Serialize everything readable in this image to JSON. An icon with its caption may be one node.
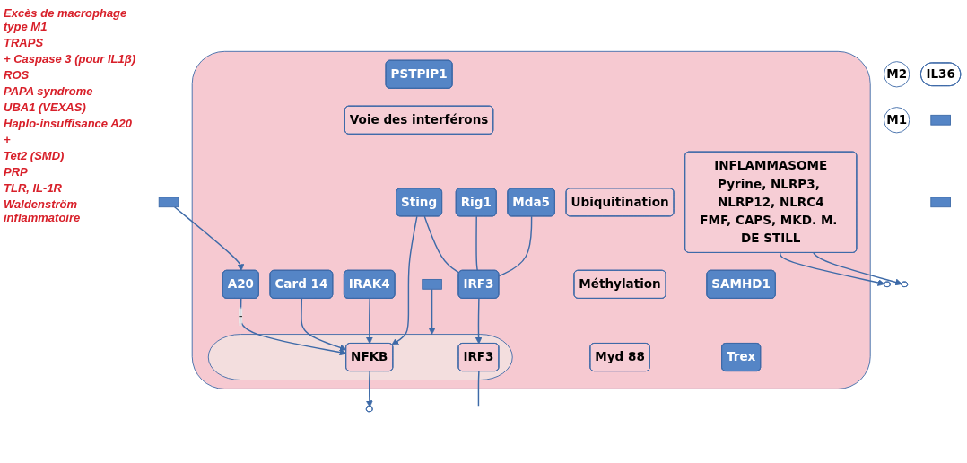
{
  "diagram": {
    "nodes": [
      {
        "text": [],
        "shape": "ellipse"
      },
      {
        "text": [],
        "shape": "ellipse"
      },
      {
        "text": [],
        "shape": "bar"
      },
      {
        "text": [
          "IL36"
        ]
      },
      {
        "text": [
          "M2"
        ]
      },
      {
        "text": [
          "M1"
        ]
      },
      {
        "text": [],
        "shape": "ellipse"
      },
      {
        "text": [
          "INFLAMMASOME",
          "Pyrine, NLRP3, NLRP12, NLRC4",
          "FMF, CAPS, MKD. M. DE STILL"
        ],
        "in": 6
      },
      {
        "text": [
          "PSTPIP1"
        ],
        "in": 6
      },
      {
        "text": [
          "Ubiquitination"
        ],
        "in": 6
      },
      {
        "text": [
          "A20"
        ],
        "in": 6
      },
      {
        "text": [
          "Méthylation"
        ],
        "in": 6
      },
      {
        "text": [
          "Card 14"
        ],
        "in": 6
      },
      {
        "text": [
          "Voie des interférons"
        ],
        "in": 6
      },
      {
        "text": [],
        "shape": "ellipse",
        "in": 6
      },
      {
        "text": [
          "NFKB"
        ],
        "in": 14
      },
      {
        "text": [
          "IRAK4"
        ],
        "in": 6
      },
      {
        "text": [
          "Myd 88"
        ],
        "in": 6
      },
      {
        "text": [],
        "shape": "bar"
      },
      {
        "text": [],
        "shape": "bar"
      },
      {
        "text": [
          "SAMHD1"
        ],
        "in": 6
      },
      {
        "text": [
          "Sting"
        ],
        "in": 6
      },
      {
        "text": [
          "Trex"
        ],
        "in": 6
      },
      {
        "text": [
          "Rig1"
        ],
        "in": 6
      },
      {
        "text": [
          "Mda5"
        ],
        "in": 6
      },
      {
        "text": [
          "IRF3"
        ],
        "in": 6
      },
      {
        "text": [
          "IRF3"
        ],
        "in": 14
      },
      {
        "text": [],
        "shape": "box",
        "in": 6
      },
      {
        "text": [],
        "shape": "ellipse"
      }
    ],
    "edges": [
      {
        "from": 7,
        "to": 0,
        "arrow": "to"
      },
      {
        "from": 7,
        "to": 1,
        "arrow": "to"
      },
      {
        "from": 2,
        "to": 10,
        "arrow": "to"
      },
      {
        "from": 10,
        "to": 15,
        "arrow": "to",
        "label": "-"
      },
      {
        "from": 12,
        "to": 15,
        "arrow": "to"
      },
      {
        "from": 16,
        "to": 15,
        "arrow": "to"
      },
      {
        "from": 21,
        "to": 25,
        "arrow": "none"
      },
      {
        "from": 23,
        "to": 25,
        "arrow": "none"
      },
      {
        "from": 24,
        "to": 25,
        "arrow": "none"
      },
      {
        "from": 21,
        "to": 15,
        "arrow": "to"
      },
      {
        "from": 25,
        "to": 26,
        "arrow": "to"
      },
      {
        "from": 27,
        "to": 14,
        "arrow": "to"
      },
      {
        "from": 15,
        "to": 28,
        "arrow": "to"
      },
      {
        "from": 26,
        "to": null,
        "arrow": "none"
      }
    ],
    "labels": [
      "Excès de macrophage type M1",
      "TRAPS",
      "+ Caspase 3 (pour IL1β)",
      "ROS",
      "PAPA syndrome",
      "UBA1 (VEXAS)",
      "Haplo-insuffisance A20",
      "+",
      "Tet2 (SMD)",
      "PRP",
      "TLR, IL-1R",
      "Waldenström inflammatoire"
    ]
  }
}
